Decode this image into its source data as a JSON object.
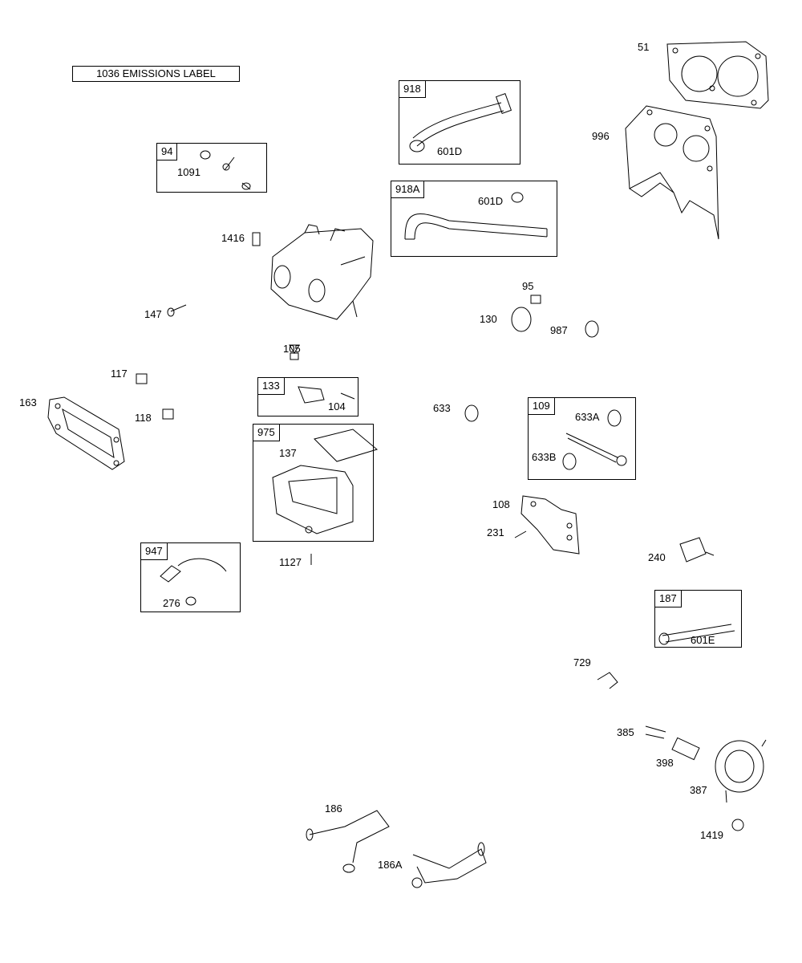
{
  "emissions_label": "1036 EMISSIONS LABEL",
  "groups": {
    "g94": "94",
    "g918": "918",
    "g918a": "918A",
    "g133": "133",
    "g975": "975",
    "g109": "109",
    "g947": "947",
    "g187": "187"
  },
  "parts": {
    "p51": "51",
    "p996": "996",
    "p1091": "1091",
    "p601d_a": "601D",
    "p601d_b": "601D",
    "p1416": "1416",
    "p95": "95",
    "p130": "130",
    "p987": "987",
    "p147": "147",
    "p105": "105",
    "p117": "117",
    "p163": "163",
    "p118": "118",
    "p104": "104",
    "p137": "137",
    "p633": "633",
    "p633a": "633A",
    "p633b": "633B",
    "p108": "108",
    "p231": "231",
    "p240": "240",
    "p1127": "1127",
    "p276": "276",
    "p601e": "601E",
    "p729": "729",
    "p385": "385",
    "p398": "398",
    "p387": "387",
    "p1419": "1419",
    "p186": "186",
    "p186a": "186A"
  }
}
